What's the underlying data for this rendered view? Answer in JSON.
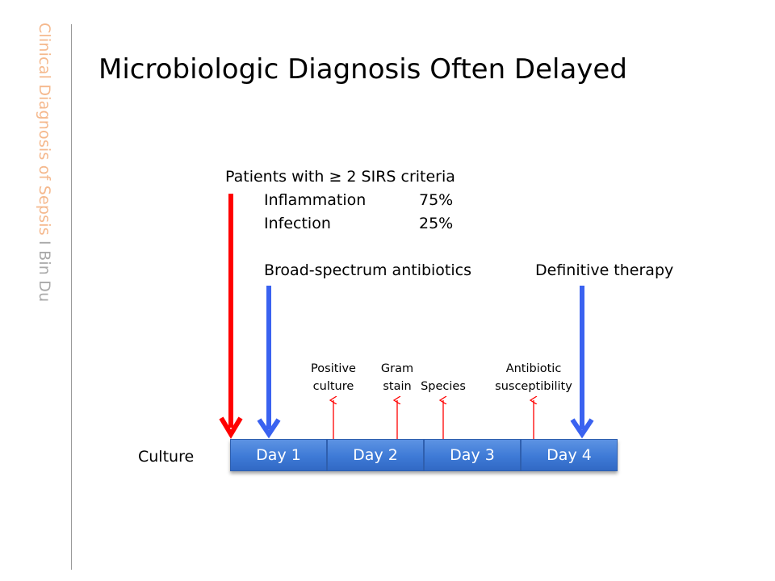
{
  "sidebar": {
    "title_part1": "Clinical Diagnosis of Sepsis",
    "separator": " I ",
    "title_part2": "Bin Du",
    "title_color": "#f5b88c",
    "author_color": "#a9a9a9"
  },
  "slide": {
    "title": "Microbiologic Diagnosis Often Delayed"
  },
  "sirs": {
    "heading": "Patients with ≥ 2 SIRS criteria",
    "rows": [
      {
        "label": "Inflammation",
        "value": "75%"
      },
      {
        "label": "Infection",
        "value": "25%"
      }
    ]
  },
  "therapy": {
    "broad": "Broad-spectrum antibiotics",
    "definitive": "Definitive therapy"
  },
  "events": {
    "positive_culture_1": "Positive",
    "positive_culture_2": "culture",
    "gram_stain_1": "Gram",
    "gram_stain_2": "stain",
    "species": "Species",
    "susceptibility_1": "Antibiotic",
    "susceptibility_2": "susceptibility"
  },
  "timeline": {
    "row_label": "Culture",
    "days": [
      "Day 1",
      "Day 2",
      "Day 3",
      "Day 4"
    ]
  },
  "colors": {
    "red_arrow": "#ff0000",
    "blue_arrow": "#3a62f0",
    "day_box": "#3e7ad6"
  }
}
